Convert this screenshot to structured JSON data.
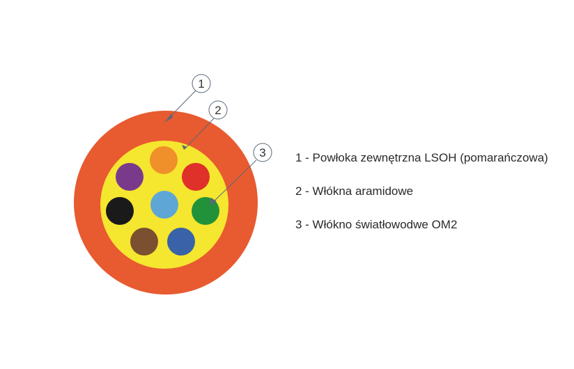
{
  "colors": {
    "outer_jacket": "#e85a30",
    "aramid_yarn": "#f5e62f",
    "leader_line": "#5a6878",
    "fibers": [
      "#f0902a",
      "#e0302a",
      "#22923a",
      "#3a62a8",
      "#7a5030",
      "#1a1a1a",
      "#7a3a8c",
      "#5ea6d6"
    ]
  },
  "callouts": [
    {
      "num": "1",
      "target": "outer-jacket"
    },
    {
      "num": "2",
      "target": "aramid-yarn"
    },
    {
      "num": "3",
      "target": "optical-fiber"
    }
  ],
  "legend": [
    "1 - Powłoka zewnętrzna LSOH (pomarańczowa)",
    "2 - Włókna aramidowe",
    "3 - Włókno światłowodwe OM2"
  ]
}
